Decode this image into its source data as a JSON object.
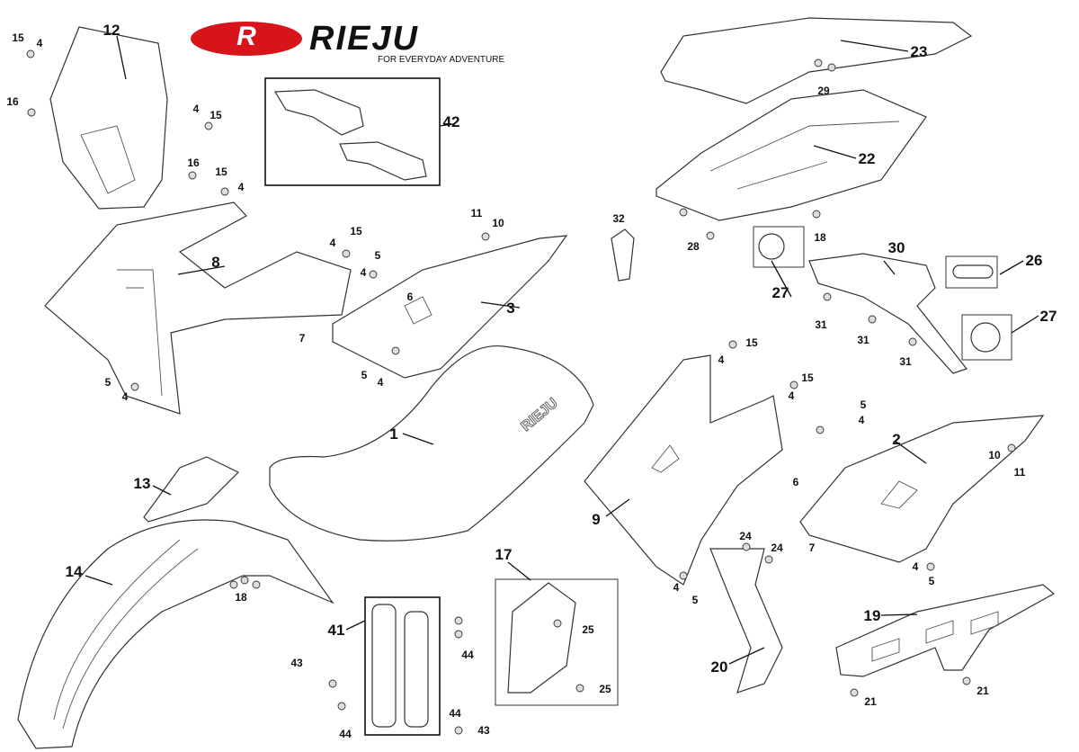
{
  "logo": {
    "mark": "R",
    "brand": "RIEJU",
    "tagline": "FOR EVERYDAY ADVENTURE",
    "color": "#d7141a"
  },
  "seat_embossing": "RIEJU",
  "labels": [
    "15",
    "4",
    "12",
    "16",
    "4",
    "15",
    "16",
    "15",
    "4",
    "42",
    "11",
    "10",
    "15",
    "4",
    "5",
    "8",
    "4",
    "6",
    "3",
    "7",
    "5",
    "4",
    "5",
    "4",
    "1",
    "13",
    "14",
    "18",
    "41",
    "43",
    "44",
    "17",
    "25",
    "25",
    "44",
    "44",
    "43",
    "32",
    "23",
    "29",
    "22",
    "28",
    "18",
    "30",
    "26",
    "27",
    "27",
    "31",
    "31",
    "31",
    "15",
    "4",
    "15",
    "4",
    "5",
    "4",
    "2",
    "10",
    "11",
    "6",
    "9",
    "7",
    "24",
    "24",
    "4",
    "5",
    "4",
    "5",
    "19",
    "20",
    "21",
    "21"
  ]
}
